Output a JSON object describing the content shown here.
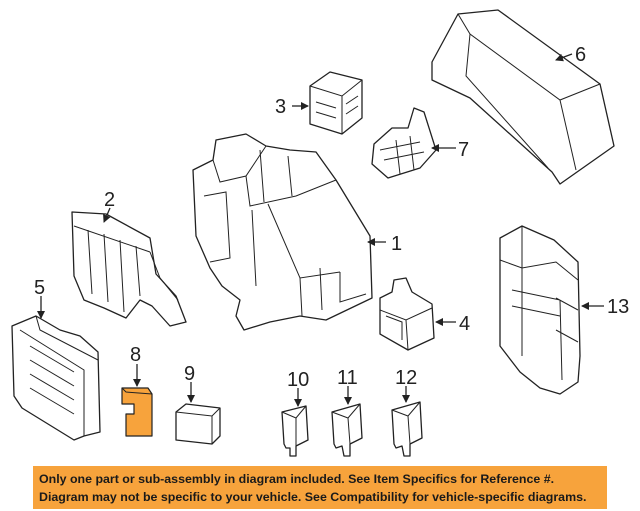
{
  "callouts": [
    "1",
    "2",
    "3",
    "4",
    "5",
    "6",
    "7",
    "8",
    "9",
    "10",
    "11",
    "12",
    "13"
  ],
  "highlight_color": "#f7a33c",
  "notice": {
    "line1": "Only one part or sub-assembly in diagram included. See Item Specifics for Reference #.",
    "line2": "Diagram may not be specific to your vehicle. See Compatibility for vehicle-specific diagrams."
  }
}
